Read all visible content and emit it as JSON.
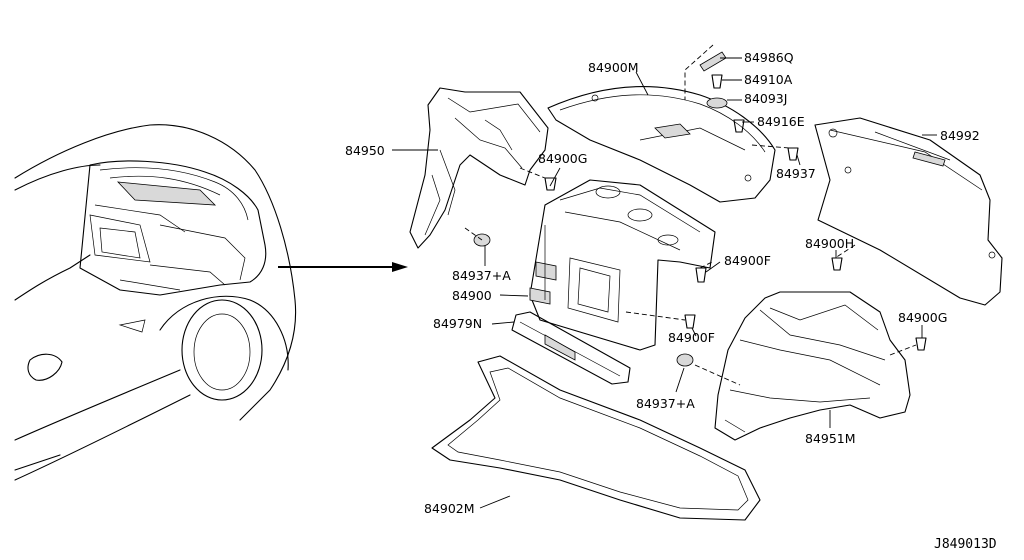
{
  "diagram": {
    "reference_code": "J849013D",
    "labels": {
      "p84986Q": "84986Q",
      "p84910A": "84910A",
      "p84093J": "84093J",
      "p84900M": "84900M",
      "p84916E": "84916E",
      "p84950": "84950",
      "p84900G_left": "84900G",
      "p84937": "84937",
      "p84992": "84992",
      "p84900H": "84900H",
      "p84937A_top": "84937+A",
      "p84900F_top": "84900F",
      "p84900": "84900",
      "p84979N": "84979N",
      "p84900F_bottom": "84900F",
      "p84900G_right": "84900G",
      "p84937A_bottom": "84937+A",
      "p84951M": "84951M",
      "p84902M": "84902M"
    }
  }
}
